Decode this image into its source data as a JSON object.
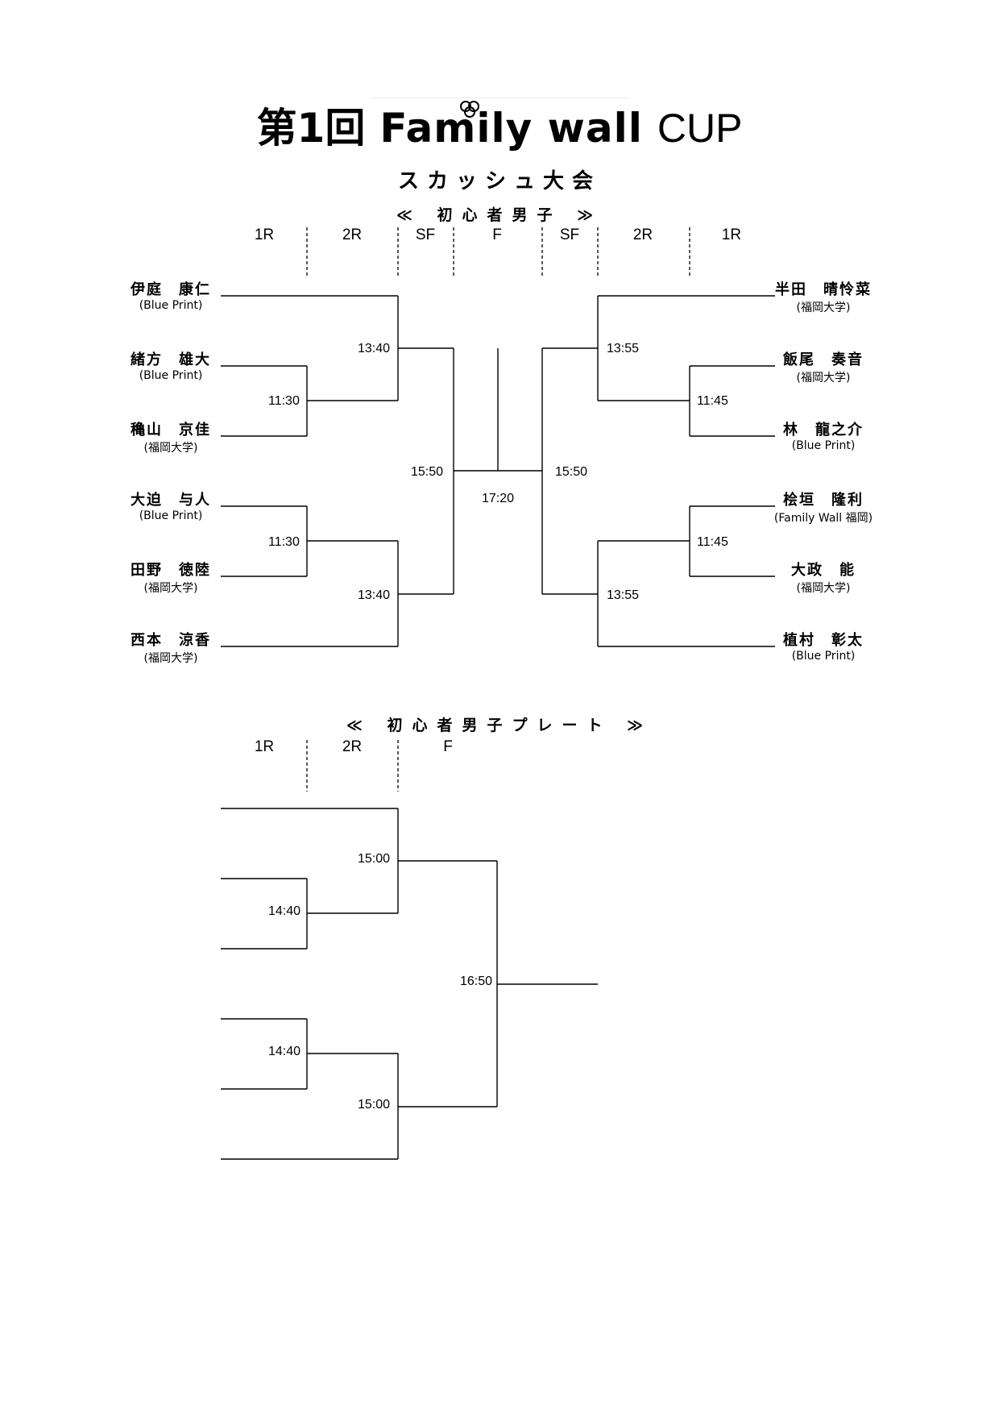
{
  "header": {
    "title_prefix": "第1回",
    "title_brand": "Family wall",
    "title_suffix": "CUP",
    "subtitle": "スカッシュ大会"
  },
  "main_bracket": {
    "heading": "≪ 初心者男子 ≫",
    "rounds": [
      "1R",
      "2R",
      "SF",
      "F",
      "SF",
      "2R",
      "1R"
    ],
    "left_players": [
      {
        "name": "伊庭　康仁",
        "affiliation": "(Blue Print)"
      },
      {
        "name": "緒方　雄大",
        "affiliation": "(Blue Print)"
      },
      {
        "name": "穐山　京佳",
        "affiliation": "(福岡大学)"
      },
      {
        "name": "大迫　与人",
        "affiliation": "(Blue Print)"
      },
      {
        "name": "田野　徳陸",
        "affiliation": "(福岡大学)"
      },
      {
        "name": "西本　涼香",
        "affiliation": "(福岡大学)"
      }
    ],
    "right_players": [
      {
        "name": "半田　晴怜菜",
        "affiliation": "(福岡大学)"
      },
      {
        "name": "飯尾　奏音",
        "affiliation": "(福岡大学)"
      },
      {
        "name": "林　龍之介",
        "affiliation": "(Blue Print)"
      },
      {
        "name": "桧垣　隆利",
        "affiliation": "(Family Wall 福岡)"
      },
      {
        "name": "大政　能",
        "affiliation": "(福岡大学)"
      },
      {
        "name": "植村　彰太",
        "affiliation": "(Blue Print)"
      }
    ],
    "times": {
      "left_1r_top": "11:30",
      "left_1r_bottom": "11:30",
      "left_2r_top": "13:40",
      "left_2r_bottom": "13:40",
      "left_sf": "15:50",
      "final": "17:20",
      "right_sf": "15:50",
      "right_2r_top": "13:55",
      "right_2r_bottom": "13:55",
      "right_1r_top": "11:45",
      "right_1r_bottom": "11:45"
    }
  },
  "plate_bracket": {
    "heading": "≪ 初心者男子プレート ≫",
    "rounds": [
      "1R",
      "2R",
      "F"
    ],
    "times": {
      "r2_top": "15:00",
      "r1_top": "14:40",
      "final": "16:50",
      "r1_bottom": "14:40",
      "r2_bottom": "15:00"
    }
  }
}
